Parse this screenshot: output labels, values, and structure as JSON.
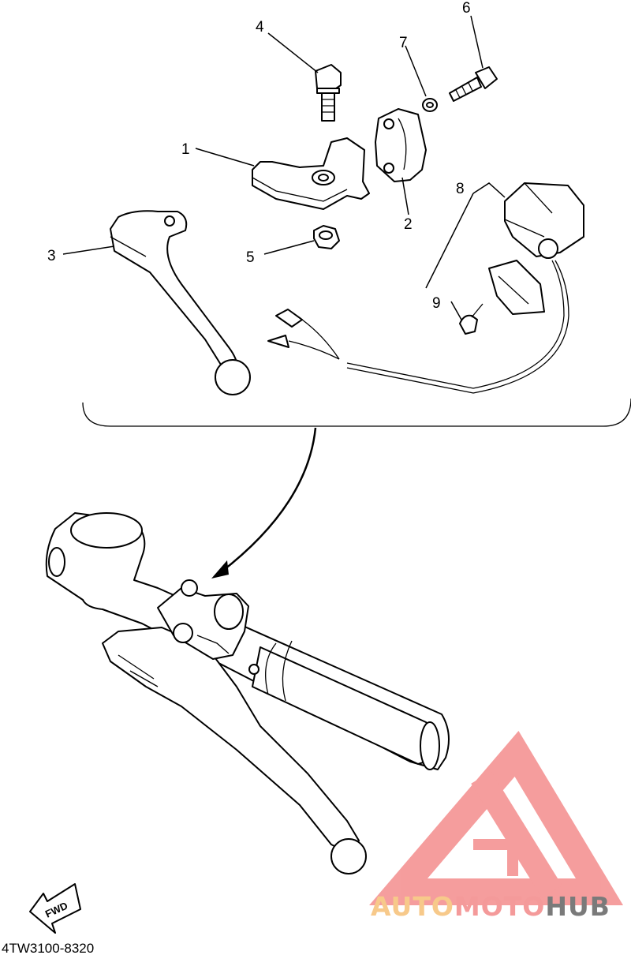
{
  "callouts": [
    {
      "id": "1",
      "label": "1"
    },
    {
      "id": "2",
      "label": "2"
    },
    {
      "id": "3",
      "label": "3"
    },
    {
      "id": "4",
      "label": "4"
    },
    {
      "id": "5",
      "label": "5"
    },
    {
      "id": "6",
      "label": "6"
    },
    {
      "id": "7",
      "label": "7"
    },
    {
      "id": "8",
      "label": "8"
    },
    {
      "id": "9",
      "label": "9"
    }
  ],
  "direction_indicator": "FWD",
  "diagram_code": "4TW3100-8320",
  "watermark": {
    "part1": "AUTO",
    "part2": "MOTO",
    "part3": "HUB",
    "colors": {
      "auto": "#f7c98a",
      "moto": "#f49a9a",
      "hub": "#7a7a7a",
      "logo": "#f27d7d"
    }
  }
}
